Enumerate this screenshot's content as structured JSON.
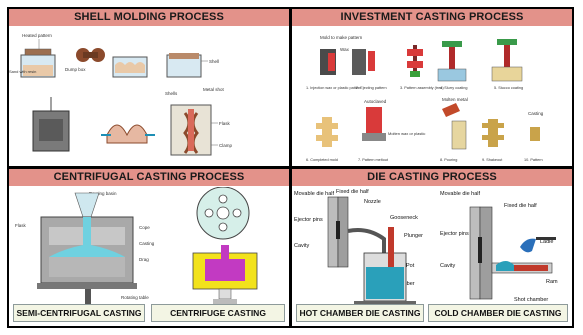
{
  "panels": {
    "shell_molding": {
      "title": "SHELL MOLDING PROCESS",
      "labels": {
        "heated_pattern": "Heated pattern",
        "dump_box": "Dump box",
        "sand_resin": "Sand with resin",
        "shell": "Shell",
        "shells": "Shells",
        "metal_shot": "Metal shot",
        "flask": "Flask",
        "clamp": "Clamp"
      }
    },
    "investment_casting": {
      "title": "INVESTMENT CASTING PROCESS",
      "labels": {
        "mold_to_make": "Mold to make pattern",
        "wax": "Wax",
        "step1": "1. Injection wax or plastic pattern",
        "step2": "2. Ejecting pattern",
        "step3": "3. Pattern assembly (tree)",
        "step4": "4. Slurry coating",
        "step5": "5. Stucco coating",
        "autoclaved": "Autoclaved",
        "molten_wax": "Molten wax or plastic",
        "molten_metal": "Molten metal",
        "casting": "Casting",
        "step6": "6. Completed mold",
        "step7": "7. Pattern meltout",
        "step8": "8. Pouring",
        "step9": "9. Shakeout",
        "step10": "10. Pattern"
      }
    },
    "centrifugal_casting": {
      "title": "CENTRIFUGAL CASTING PROCESS",
      "labels": {
        "pouring_basin": "Pouring basin",
        "flask": "Flask",
        "cope": "Cope",
        "casting": "Casting",
        "drag": "Drag",
        "rotating_table": "Rotating table"
      },
      "captions": {
        "left": "SEMI-CENTRIFUGAL CASTING",
        "right": "CENTRIFUGE CASTING"
      }
    },
    "die_casting": {
      "title": "DIE CASTING PROCESS",
      "labels": {
        "movable_die_half": "Movable die half",
        "fixed_die_half": "Fixed die half",
        "ejector_pins": "Ejector pins",
        "cavity": "Cavity",
        "nozzle": "Nozzle",
        "gooseneck": "Gooseneck",
        "plunger": "Plunger",
        "pot": "Pot",
        "chamber": "Chamber",
        "ladle": "Ladle",
        "ram": "Ram",
        "shot_chamber": "Shot chamber"
      },
      "captions": {
        "left": "HOT CHAMBER DIE CASTING",
        "right": "COLD CHAMBER DIE CASTING"
      }
    }
  }
}
